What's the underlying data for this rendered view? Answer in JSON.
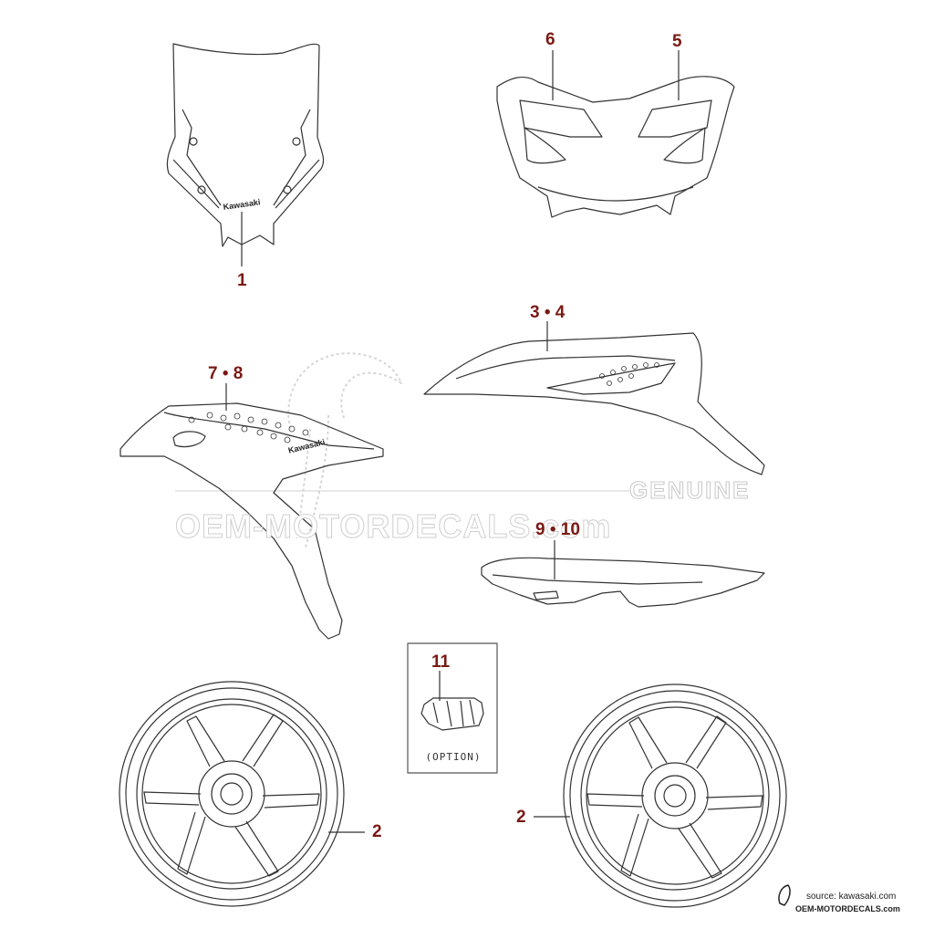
{
  "diagram": {
    "callouts": {
      "part_1": "1",
      "part_2_left": "2",
      "part_2_right": "2",
      "part_3_4": "3 • 4",
      "part_5": "5",
      "part_6": "6",
      "part_7_8": "7 • 8",
      "part_9_10": "9 • 10",
      "part_11": "11"
    },
    "option_label": "(OPTION)",
    "windshield_logo": "Kawasaki",
    "shroud_logo": "Kawasaki"
  },
  "watermark": {
    "genuine": "GENUINE",
    "site": "OEM-MOTORDECALS.com"
  },
  "source": {
    "line1": "source: kawasaki.com",
    "line2": "OEM-MOTORDECALS.com"
  },
  "colors": {
    "callout": "#7a1a14",
    "line": "#333333"
  }
}
